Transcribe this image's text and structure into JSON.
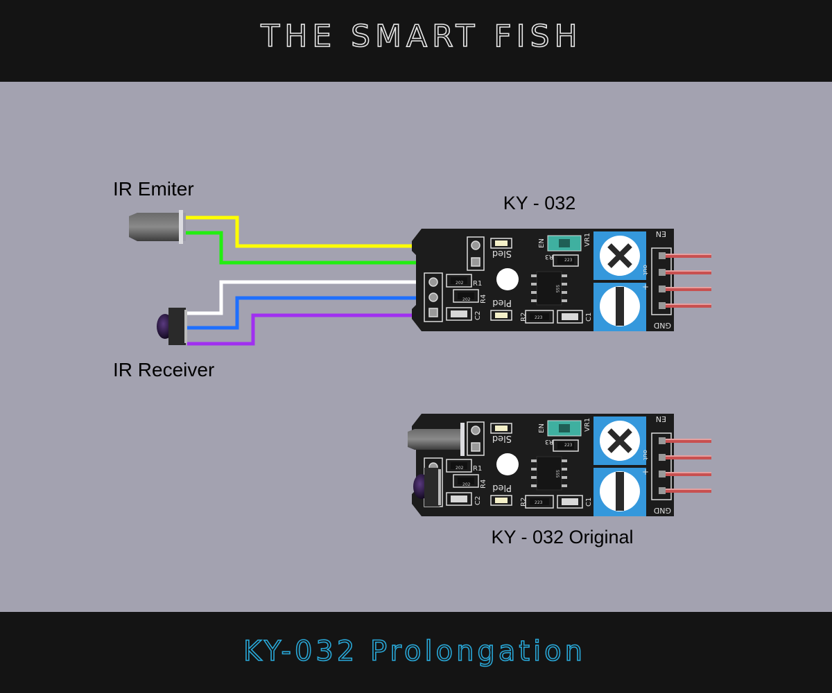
{
  "header": {
    "title": "THE SMART FISH"
  },
  "footer": {
    "subtitle": "KY-032 Prolongation"
  },
  "labels": {
    "ir_emitter": "IR Emiter",
    "ir_receiver": "IR Receiver",
    "ky032": "KY - 032",
    "ky032_original": "KY - 032 Original"
  },
  "board": {
    "silk_en_top": "EN",
    "silk_gnd": "GND",
    "silk_out": "out",
    "silk_plus": "+",
    "silk_en_jumper": "EN",
    "silk_vr1": "VR1",
    "silk_r3": "R3",
    "silk_r1": "R1",
    "silk_r4": "R4",
    "silk_c2": "C2",
    "silk_r2": "R2",
    "silk_c1": "C1",
    "silk_sled": "Sled",
    "silk_pled": "Pled",
    "res_202": "202",
    "res_223": "223",
    "ic_text": "555"
  },
  "colors": {
    "header_bg": "#141414",
    "canvas_bg": "#a3a2b0",
    "pcb": "#1c1c1c",
    "title_stroke": "#e8e8e8",
    "subtitle_stroke": "#29a8d8",
    "wire_yellow": "#ffff00",
    "wire_green": "#22ee11",
    "wire_white": "#ffffff",
    "wire_blue": "#1e6fff",
    "wire_purple": "#a030f0",
    "pot_blue": "#3598dc",
    "jumper_teal": "#3fb0a0",
    "pin_red": "#d86060"
  },
  "wires": [
    {
      "name": "yellow-wire",
      "color_key": "wire_yellow"
    },
    {
      "name": "green-wire",
      "color_key": "wire_green"
    },
    {
      "name": "white-wire",
      "color_key": "wire_white"
    },
    {
      "name": "blue-wire",
      "color_key": "wire_blue"
    },
    {
      "name": "purple-wire",
      "color_key": "wire_purple"
    }
  ]
}
